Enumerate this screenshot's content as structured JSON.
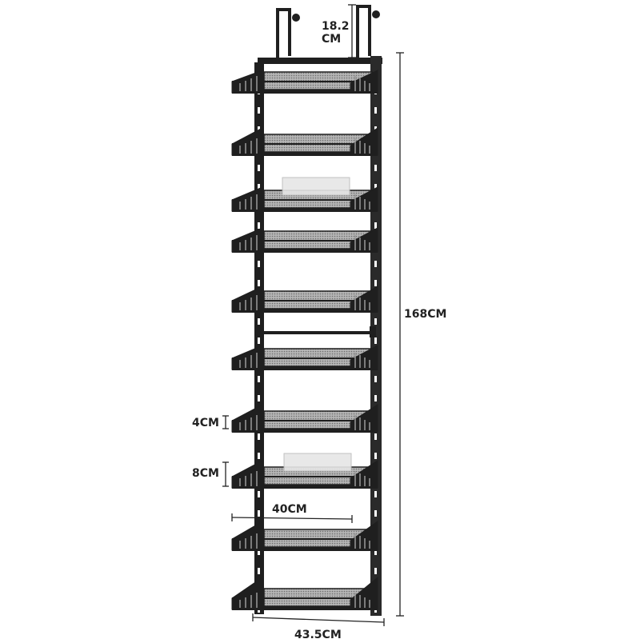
{
  "product": {
    "shelf_count": 10,
    "colors": {
      "frame": "#1f1f1f",
      "mesh": "#8a8a8a",
      "dimension_line": "#222222"
    }
  },
  "dimensions": {
    "hook": {
      "line1": "18.2",
      "line2": "CM"
    },
    "height": "168CM",
    "basket_gap": "4CM",
    "basket_depth": "8CM",
    "basket_width": "40CM",
    "total_width": "43.5CM"
  }
}
